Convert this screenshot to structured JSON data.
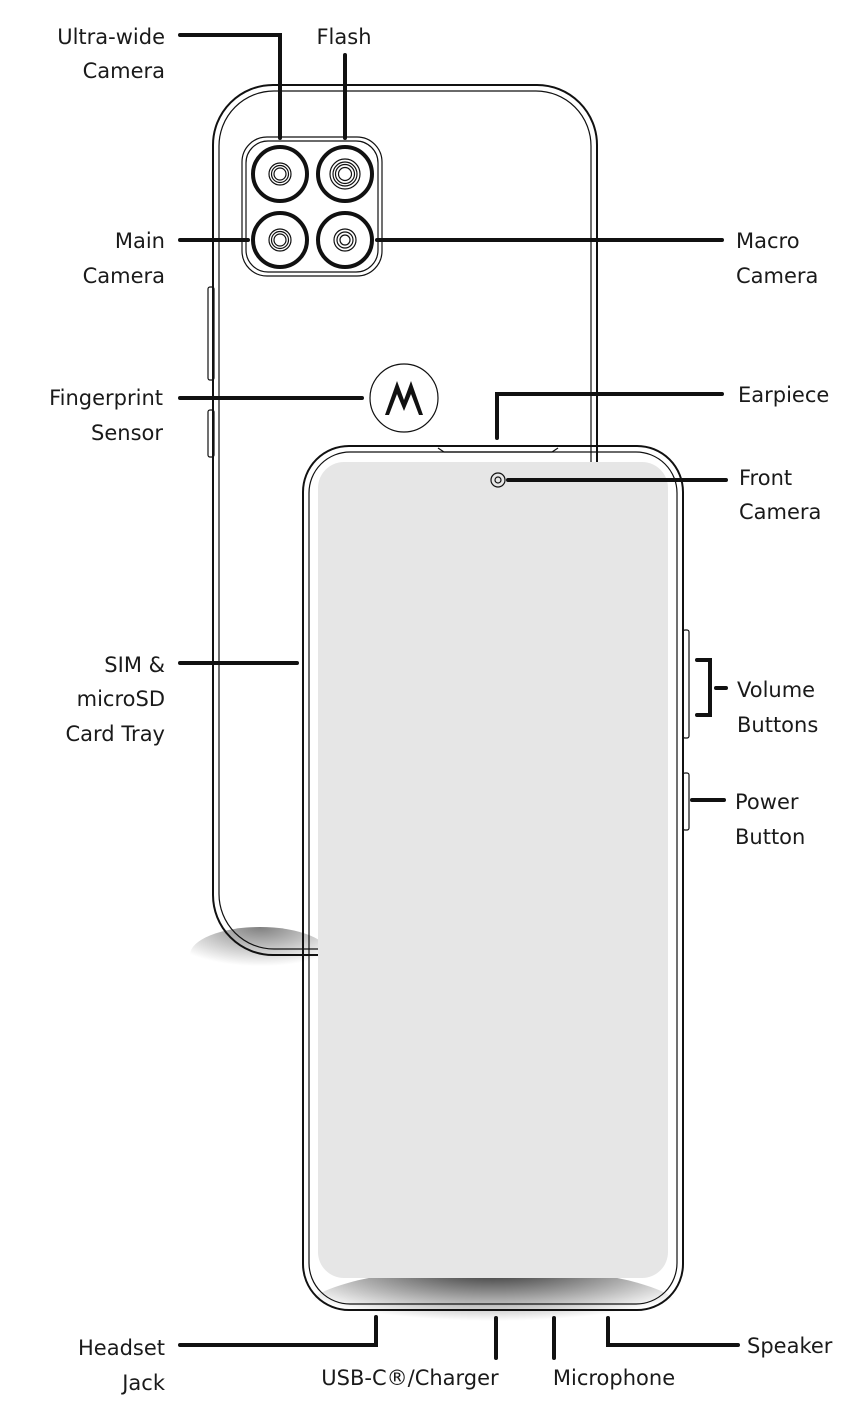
{
  "labels": {
    "ultra_wide_camera": [
      "Ultra-wide",
      "Camera"
    ],
    "flash": "Flash",
    "main_camera": [
      "Main",
      "Camera"
    ],
    "macro_camera": [
      "Macro",
      "Camera"
    ],
    "fingerprint_sensor": [
      "Fingerprint",
      "Sensor"
    ],
    "earpiece": "Earpiece",
    "front_camera": [
      "Front",
      "Camera"
    ],
    "sim_tray": [
      "SIM &",
      "microSD",
      "Card Tray"
    ],
    "volume_buttons": [
      "Volume",
      "Buttons"
    ],
    "power_button": [
      "Power",
      "Button"
    ],
    "headset_jack": [
      "Headset",
      "Jack"
    ],
    "usb_charger": "USB-C®/Charger",
    "microphone": "Microphone",
    "speaker": "Speaker"
  },
  "logo": "motorola-batwing-logo",
  "colors": {
    "line": "#111111",
    "screen": "#e6e6e6",
    "logo_fill": "#e8e8e8"
  }
}
